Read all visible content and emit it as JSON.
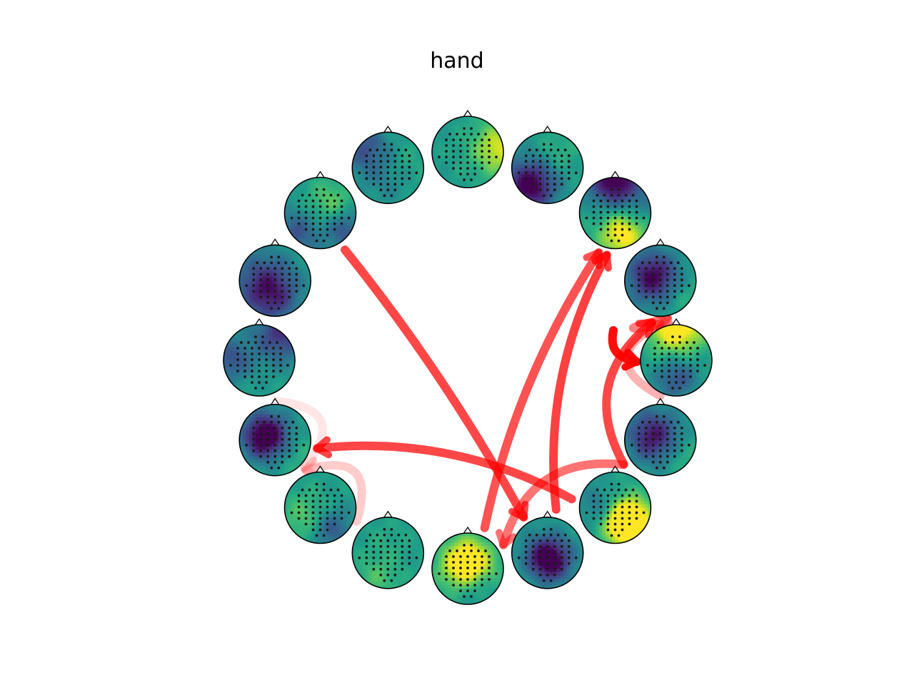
{
  "title": "hand",
  "colors": {
    "edge": "#ff0000",
    "map_low": "#440154",
    "map_mid": "#21918c",
    "map_high": "#fde725",
    "head_outline": "#000000",
    "sensor_dot": "#1a1a1a"
  },
  "colormap": "viridis",
  "nodes": [
    {
      "id": 0,
      "hotspots": [
        [
          0.85,
          -0.1,
          0.5,
          0.4
        ]
      ]
    },
    {
      "id": 1,
      "hotspots": [
        [
          0.3,
          -0.2,
          0.5,
          0.08
        ],
        [
          0.0,
          0.35,
          0.45,
          -0.1
        ],
        [
          -0.6,
          -0.5,
          0.5,
          -0.3
        ]
      ]
    },
    {
      "id": 2,
      "hotspots": [
        [
          0.3,
          -0.3,
          0.45,
          0.2
        ],
        [
          -0.7,
          0.6,
          0.45,
          -0.3
        ],
        [
          0.7,
          0.5,
          0.4,
          -0.3
        ]
      ]
    },
    {
      "id": 3,
      "hotspots": [
        [
          -0.3,
          0.1,
          0.6,
          -0.4
        ],
        [
          0.0,
          0.6,
          0.5,
          -0.2
        ]
      ]
    },
    {
      "id": 4,
      "hotspots": [
        [
          0.6,
          -0.75,
          0.55,
          -0.4
        ],
        [
          -0.8,
          0.0,
          0.4,
          -0.3
        ]
      ]
    },
    {
      "id": 5,
      "hotspots": [
        [
          -0.25,
          -0.1,
          0.45,
          -0.7
        ],
        [
          0.5,
          0.3,
          0.5,
          0.1
        ]
      ]
    },
    {
      "id": 6,
      "hotspots": [
        [
          -0.4,
          0.3,
          0.5,
          0.2
        ],
        [
          0.3,
          0.6,
          0.4,
          -0.3
        ]
      ]
    },
    {
      "id": 7,
      "hotspots": [
        [
          -0.3,
          0.7,
          0.45,
          0.15
        ],
        [
          0.0,
          -0.3,
          0.4,
          0.05
        ]
      ]
    },
    {
      "id": 8,
      "hotspots": [
        [
          0.0,
          -0.1,
          0.5,
          0.7
        ],
        [
          0.2,
          0.4,
          0.4,
          -0.2
        ]
      ]
    },
    {
      "id": 9,
      "hotspots": [
        [
          0.0,
          0.2,
          0.45,
          -0.7
        ],
        [
          -0.5,
          0.6,
          0.4,
          0.1
        ]
      ]
    },
    {
      "id": 10,
      "hotspots": [
        [
          0.35,
          0.4,
          0.45,
          0.9
        ],
        [
          -0.4,
          0.0,
          0.4,
          -0.2
        ]
      ]
    },
    {
      "id": 11,
      "hotspots": [
        [
          -0.2,
          -0.1,
          0.5,
          -0.5
        ],
        [
          0.6,
          0.4,
          0.4,
          0.1
        ]
      ]
    },
    {
      "id": 12,
      "hotspots": [
        [
          0.0,
          -1.0,
          0.55,
          0.6
        ],
        [
          0.0,
          0.5,
          0.4,
          -0.3
        ]
      ]
    },
    {
      "id": 13,
      "hotspots": [
        [
          -0.2,
          -0.1,
          0.5,
          -0.55
        ],
        [
          0.6,
          0.4,
          0.4,
          0.1
        ]
      ]
    },
    {
      "id": 14,
      "hotspots": [
        [
          0.2,
          0.6,
          0.45,
          0.5
        ],
        [
          0.0,
          -0.9,
          0.5,
          -0.6
        ],
        [
          0.8,
          -0.1,
          0.4,
          -0.1
        ]
      ]
    },
    {
      "id": 15,
      "hotspots": [
        [
          -0.5,
          0.5,
          0.5,
          -0.6
        ],
        [
          0.3,
          -0.4,
          0.4,
          0.1
        ]
      ]
    }
  ],
  "edges": [
    {
      "from": 2,
      "to": 9,
      "alpha": 0.72
    },
    {
      "from": 10,
      "to": 5,
      "alpha": 0.72
    },
    {
      "from": 9,
      "to": 14,
      "alpha": 0.75
    },
    {
      "from": 8,
      "to": 14,
      "alpha": 0.68
    },
    {
      "from": 10,
      "to": 13,
      "alpha": 0.72
    },
    {
      "from": 13,
      "to": 12,
      "alpha": 0.5
    },
    {
      "from": 11,
      "to": 8,
      "alpha": 0.55
    },
    {
      "from": 11,
      "to": 13,
      "alpha": 0.3
    },
    {
      "from": 7,
      "to": 5,
      "alpha": 0.2
    },
    {
      "from": 4,
      "to": 6,
      "alpha": 0.1
    },
    {
      "from": 12,
      "to": 12,
      "alpha": 0.95,
      "self_loop": true
    }
  ]
}
